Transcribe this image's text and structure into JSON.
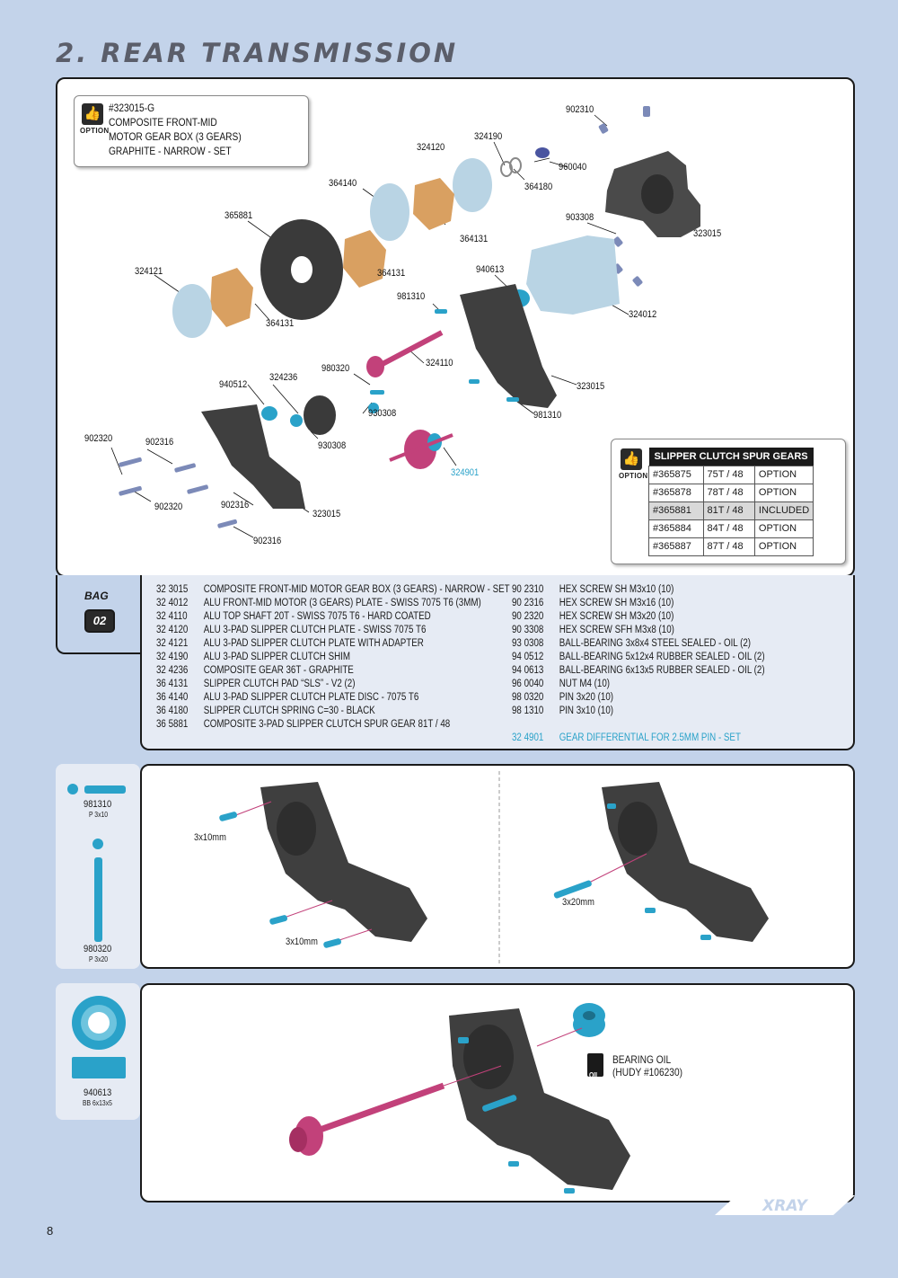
{
  "page": {
    "title": "2. REAR TRANSMISSION",
    "page_number": "8",
    "logo_text": "XRAY"
  },
  "option_box": {
    "option_word": "OPTION",
    "lines": [
      "#323015-G",
      "COMPOSITE FRONT-MID",
      "MOTOR GEAR BOX (3 GEARS)",
      "GRAPHITE - NARROW - SET"
    ]
  },
  "diagram_labels": [
    {
      "id": "902310",
      "text": "902310"
    },
    {
      "id": "324190",
      "text": "324190"
    },
    {
      "id": "324120",
      "text": "324120"
    },
    {
      "id": "960040",
      "text": "960040"
    },
    {
      "id": "364180",
      "text": "364180"
    },
    {
      "id": "364140",
      "text": "364140"
    },
    {
      "id": "903308",
      "text": "903308"
    },
    {
      "id": "323015a",
      "text": "323015"
    },
    {
      "id": "365881",
      "text": "365881"
    },
    {
      "id": "364131a",
      "text": "364131"
    },
    {
      "id": "940613",
      "text": "940613"
    },
    {
      "id": "324121",
      "text": "324121"
    },
    {
      "id": "364131b",
      "text": "364131"
    },
    {
      "id": "981310a",
      "text": "981310"
    },
    {
      "id": "324012",
      "text": "324012"
    },
    {
      "id": "364131c",
      "text": "364131"
    },
    {
      "id": "980320",
      "text": "980320"
    },
    {
      "id": "324110",
      "text": "324110"
    },
    {
      "id": "324236",
      "text": "324236"
    },
    {
      "id": "940512",
      "text": "940512"
    },
    {
      "id": "323015b",
      "text": "323015"
    },
    {
      "id": "930308a",
      "text": "930308"
    },
    {
      "id": "981310b",
      "text": "981310"
    },
    {
      "id": "930308b",
      "text": "930308"
    },
    {
      "id": "902320a",
      "text": "902320"
    },
    {
      "id": "902316a",
      "text": "902316"
    },
    {
      "id": "324901",
      "text": "324901"
    },
    {
      "id": "902320b",
      "text": "902320"
    },
    {
      "id": "902316b",
      "text": "902316"
    },
    {
      "id": "323015c",
      "text": "323015"
    },
    {
      "id": "902316c",
      "text": "902316"
    }
  ],
  "spur_table": {
    "option_word": "OPTION",
    "header": "SLIPPER CLUTCH SPUR GEARS",
    "rows": [
      {
        "part": "#365875",
        "teeth": "75T / 48",
        "status": "OPTION"
      },
      {
        "part": "#365878",
        "teeth": "78T / 48",
        "status": "OPTION"
      },
      {
        "part": "#365881",
        "teeth": "81T / 48",
        "status": "INCLUDED"
      },
      {
        "part": "#365884",
        "teeth": "84T / 48",
        "status": "OPTION"
      },
      {
        "part": "#365887",
        "teeth": "87T / 48",
        "status": "OPTION"
      }
    ]
  },
  "bag": {
    "word": "BAG",
    "number": "02"
  },
  "parts_left": [
    {
      "code": "32 3015",
      "desc": "COMPOSITE FRONT-MID MOTOR GEAR BOX (3 GEARS) - NARROW - SET"
    },
    {
      "code": "32 4012",
      "desc": "ALU FRONT-MID MOTOR (3 GEARS) PLATE - SWISS 7075 T6 (3MM)"
    },
    {
      "code": "32 4110",
      "desc": "ALU TOP SHAFT 20T - SWISS 7075 T6 - HARD COATED"
    },
    {
      "code": "32 4120",
      "desc": "ALU 3-PAD SLIPPER CLUTCH PLATE - SWISS 7075 T6"
    },
    {
      "code": "32 4121",
      "desc": "ALU 3-PAD SLIPPER CLUTCH PLATE WITH ADAPTER"
    },
    {
      "code": "32 4190",
      "desc": "ALU 3-PAD SLIPPER CLUTCH SHIM"
    },
    {
      "code": "32 4236",
      "desc": "COMPOSITE GEAR 36T - GRAPHITE"
    },
    {
      "code": "36 4131",
      "desc": "SLIPPER CLUTCH PAD “SLS” - V2 (2)"
    },
    {
      "code": "36 4140",
      "desc": "ALU 3-PAD SLIPPER CLUTCH PLATE DISC - 7075 T6"
    },
    {
      "code": "36 4180",
      "desc": "SLIPPER CLUTCH SPRING C=30 - BLACK"
    },
    {
      "code": "36 5881",
      "desc": "COMPOSITE 3-PAD SLIPPER CLUTCH SPUR GEAR 81T / 48"
    }
  ],
  "parts_right": [
    {
      "code": "90 2310",
      "desc": "HEX SCREW SH M3x10  (10)"
    },
    {
      "code": "90 2316",
      "desc": "HEX SCREW SH M3x16  (10)"
    },
    {
      "code": "90 2320",
      "desc": "HEX SCREW SH M3x20  (10)"
    },
    {
      "code": "90 3308",
      "desc": "HEX SCREW SFH M3x8  (10)"
    },
    {
      "code": "93 0308",
      "desc": "BALL-BEARING 3x8x4 STEEL SEALED - OIL (2)"
    },
    {
      "code": "94 0512",
      "desc": "BALL-BEARING 5x12x4 RUBBER SEALED - OIL (2)"
    },
    {
      "code": "94 0613",
      "desc": "BALL-BEARING 6x13x5 RUBBER SEALED - OIL (2)"
    },
    {
      "code": "96 0040",
      "desc": "NUT M4  (10)"
    },
    {
      "code": "98 0320",
      "desc": "PIN 3x20  (10)"
    },
    {
      "code": "98 1310",
      "desc": "PIN 3x10  (10)"
    }
  ],
  "parts_extra": {
    "code": "32 4901",
    "desc": "GEAR DIFFERENTIAL FOR 2.5MM PIN - SET"
  },
  "step1_side": [
    {
      "code": "981310",
      "size": "P 3x10"
    },
    {
      "code": "980320",
      "size": "P 3x20"
    }
  ],
  "step1_labels": {
    "a": "3x10mm",
    "b": "3x10mm",
    "c": "3x20mm"
  },
  "step2_side": {
    "code": "940613",
    "size": "BB 6x13x5"
  },
  "step2_oil": {
    "icon_text": "OIL",
    "line1": "BEARING OIL",
    "line2": "(HUDY #106230)"
  },
  "colors": {
    "background": "#c3d3ea",
    "accent_blue": "#2aa2c9",
    "pad_orange": "#d9a061",
    "disc_blue": "#b9d4e4",
    "shaft_pink": "#c2417a",
    "case_gray": "#3a3a3a"
  }
}
